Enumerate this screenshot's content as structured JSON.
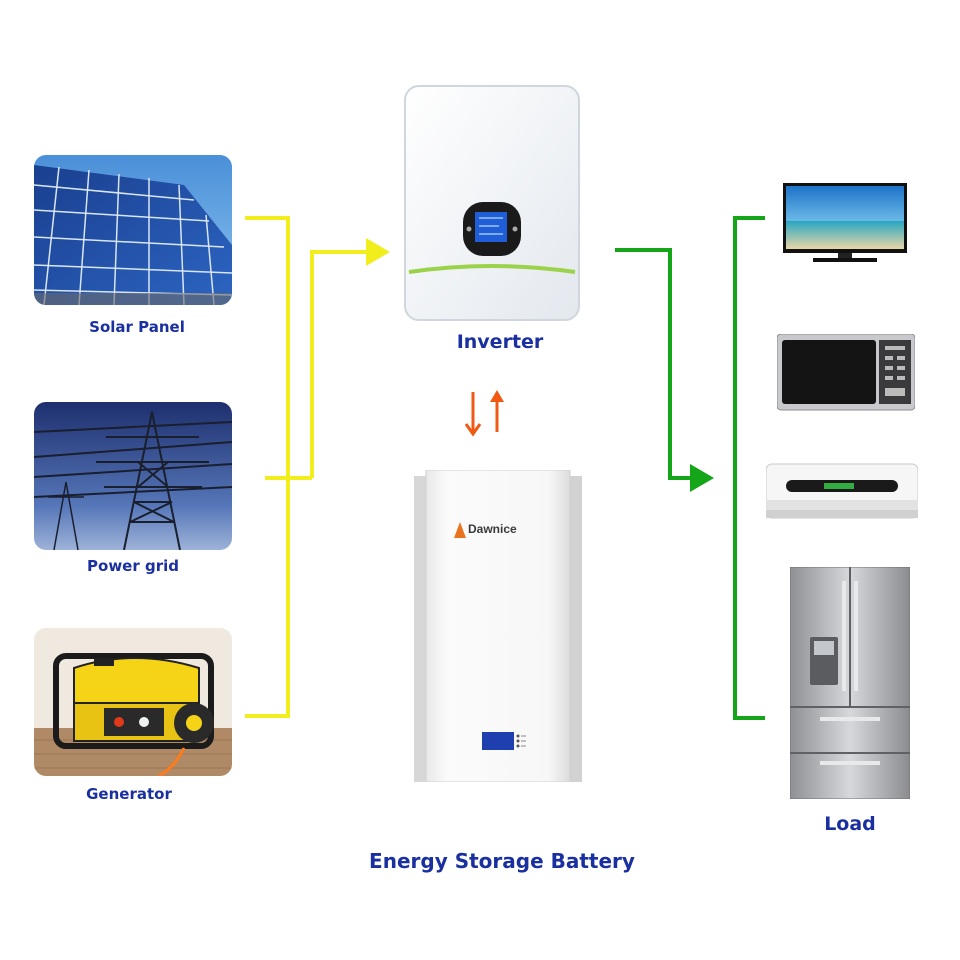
{
  "sources": {
    "solar": {
      "label": "Solar Panel",
      "icon": "solar-panel-icon"
    },
    "grid": {
      "label": "Power grid",
      "icon": "power-tower-icon"
    },
    "generator": {
      "label": "Generator",
      "icon": "generator-icon"
    }
  },
  "inverter": {
    "label": "Inverter",
    "icon": "inverter-icon"
  },
  "battery": {
    "label": "Energy Storage Battery",
    "brand": "Dawnice",
    "icon": "battery-icon"
  },
  "load": {
    "label": "Load",
    "devices": [
      "tv-icon",
      "microwave-icon",
      "air-conditioner-icon",
      "refrigerator-icon"
    ]
  },
  "colors": {
    "input_line": "#f2ee1e",
    "output_line": "#14a519",
    "bidirectional": "#f05a14",
    "label_text": "#1a2fa0",
    "brand_orange": "#e8731e"
  }
}
